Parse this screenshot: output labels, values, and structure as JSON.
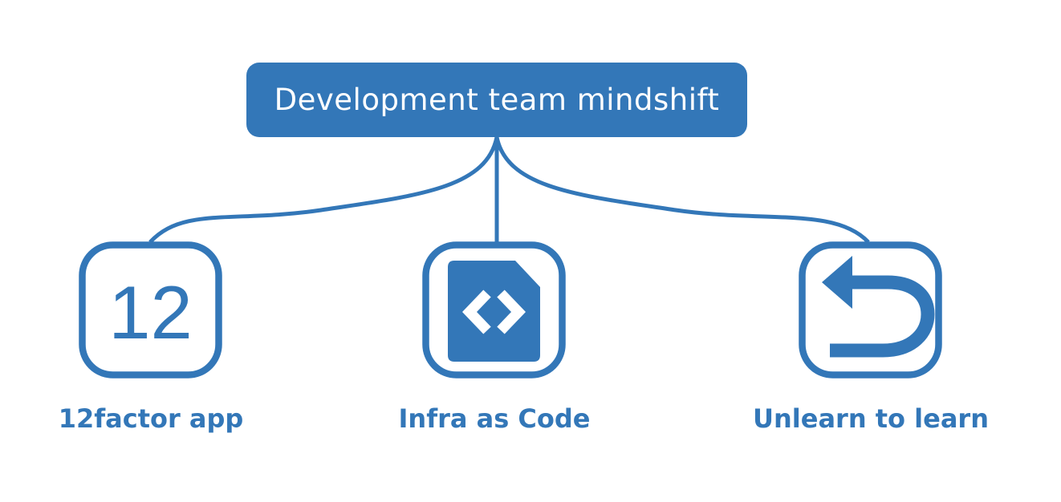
{
  "diagram": {
    "root": {
      "label": "Development team mindshift"
    },
    "children": [
      {
        "label": "12factor app",
        "icon": "twelve-badge-icon",
        "icon_text": "12"
      },
      {
        "label": "Infra as Code",
        "icon": "code-file-icon"
      },
      {
        "label": "Unlearn to learn",
        "icon": "undo-arrow-icon"
      }
    ]
  },
  "colors": {
    "accent": "#3377B8",
    "root_text": "#FFFFFF",
    "background": "#FFFFFF"
  }
}
